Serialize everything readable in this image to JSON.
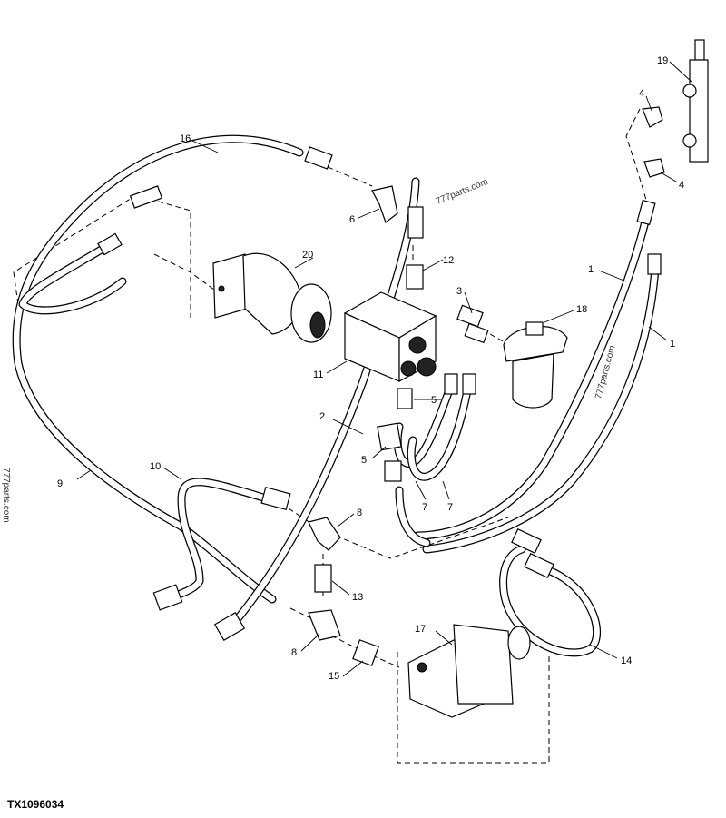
{
  "diagram": {
    "figure_code": "TX1096034",
    "watermarks": [
      "777parts.com",
      "777parts.com",
      "777parts.com"
    ],
    "callouts": [
      {
        "id": "c1a",
        "label": "1"
      },
      {
        "id": "c1b",
        "label": "1"
      },
      {
        "id": "c2",
        "label": "2"
      },
      {
        "id": "c3",
        "label": "3"
      },
      {
        "id": "c4a",
        "label": "4"
      },
      {
        "id": "c4b",
        "label": "4"
      },
      {
        "id": "c5a",
        "label": "5"
      },
      {
        "id": "c5b",
        "label": "5"
      },
      {
        "id": "c6",
        "label": "6"
      },
      {
        "id": "c7a",
        "label": "7"
      },
      {
        "id": "c7b",
        "label": "7"
      },
      {
        "id": "c8a",
        "label": "8"
      },
      {
        "id": "c8b",
        "label": "8"
      },
      {
        "id": "c9",
        "label": "9"
      },
      {
        "id": "c10",
        "label": "10"
      },
      {
        "id": "c11",
        "label": "11"
      },
      {
        "id": "c12",
        "label": "12"
      },
      {
        "id": "c13",
        "label": "13"
      },
      {
        "id": "c14",
        "label": "14"
      },
      {
        "id": "c15",
        "label": "15"
      },
      {
        "id": "c16",
        "label": "16"
      },
      {
        "id": "c17",
        "label": "17"
      },
      {
        "id": "c18",
        "label": "18"
      },
      {
        "id": "c19",
        "label": "19"
      },
      {
        "id": "c20",
        "label": "20"
      }
    ]
  }
}
